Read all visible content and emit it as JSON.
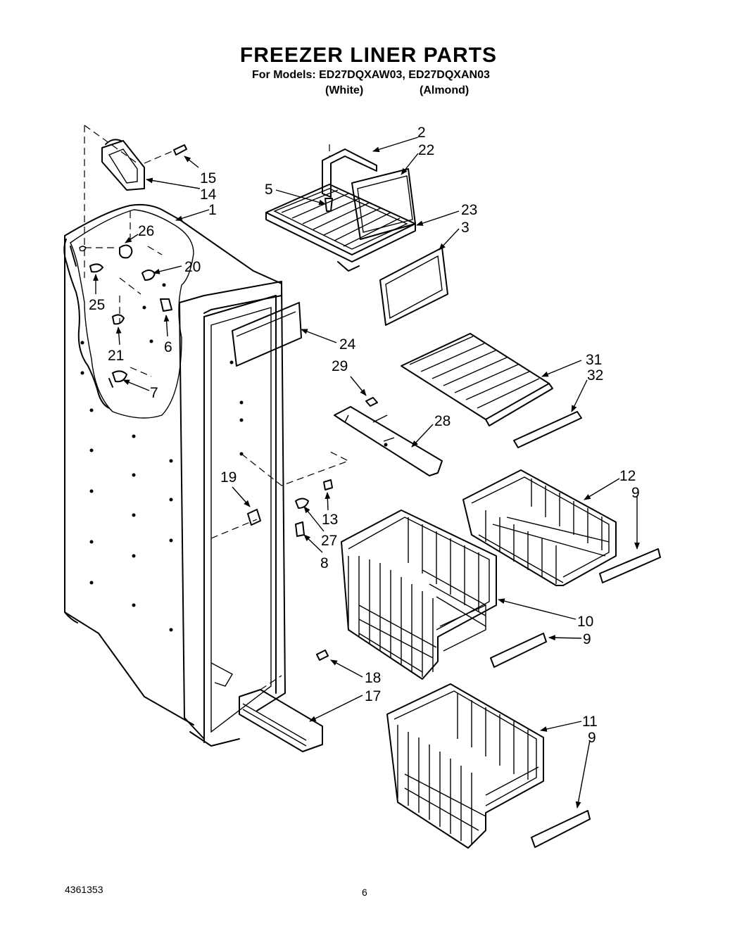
{
  "header": {
    "title": "FREEZER LINER PARTS",
    "models_line": "For Models: ED27DQXAW03, ED27DQXAN03",
    "color_white": "(White)",
    "color_almond": "(Almond)"
  },
  "footer": {
    "doc_number": "4361353",
    "page_number": "6"
  },
  "callouts": {
    "c1": "1",
    "c2": "2",
    "c3": "3",
    "c5": "5",
    "c6": "6",
    "c7": "7",
    "c8": "8",
    "c9a": "9",
    "c9b": "9",
    "c9c": "9",
    "c10": "10",
    "c11": "11",
    "c12": "12",
    "c13": "13",
    "c14": "14",
    "c15": "15",
    "c17": "17",
    "c18": "18",
    "c19": "19",
    "c20": "20",
    "c21": "21",
    "c22": "22",
    "c23": "23",
    "c24": "24",
    "c25": "25",
    "c26": "26",
    "c27": "27",
    "c28": "28",
    "c29": "29",
    "c31": "31",
    "c32": "32"
  }
}
